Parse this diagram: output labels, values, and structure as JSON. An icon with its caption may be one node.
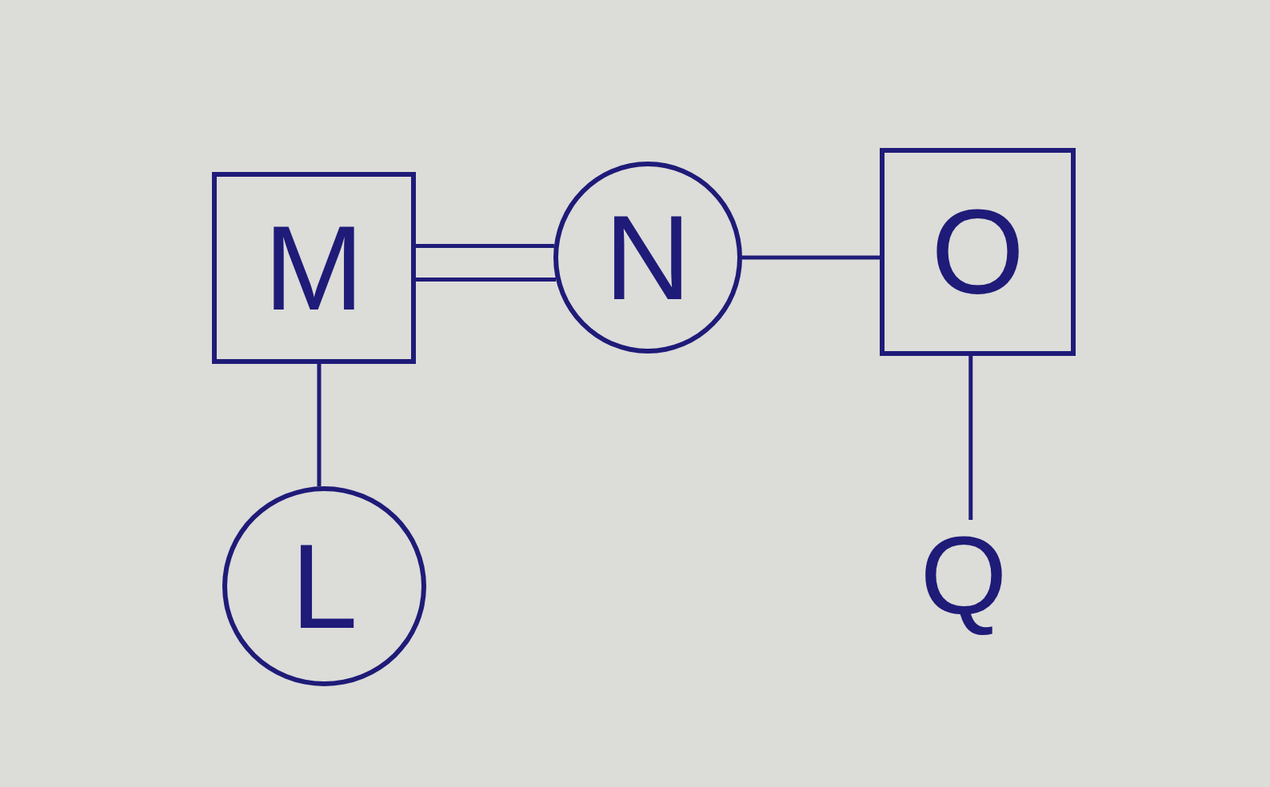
{
  "diagram": {
    "nodes": [
      {
        "text": [
          "M"
        ]
      },
      {
        "text": [
          "N"
        ]
      },
      {
        "text": [
          "O"
        ]
      },
      {
        "text": [
          "L"
        ]
      },
      {
        "text": [
          "Q"
        ]
      }
    ],
    "edges": [
      {
        "from": 0,
        "to": 1,
        "arrow": "none"
      },
      {
        "from": 0,
        "to": 1,
        "arrow": "none"
      },
      {
        "from": 1,
        "to": 2,
        "arrow": "none"
      },
      {
        "from": 0,
        "to": 3,
        "arrow": "none"
      },
      {
        "from": 2,
        "to": 4,
        "arrow": "none"
      }
    ]
  }
}
